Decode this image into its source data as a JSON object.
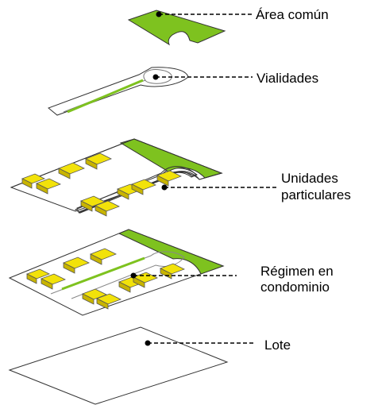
{
  "layers": [
    {
      "id": "area-comun",
      "label": [
        "Área común"
      ]
    },
    {
      "id": "vialidades",
      "label": [
        "Vialidades"
      ]
    },
    {
      "id": "unidades-particulares",
      "label": [
        "Unidades",
        "particulares"
      ]
    },
    {
      "id": "regimen-en-condominio",
      "label": [
        "Régimen en",
        "condominio"
      ]
    },
    {
      "id": "lote",
      "label": [
        "Lote"
      ]
    }
  ],
  "colors": {
    "green": "#7ec21f",
    "unit_yellow": "#f2e20a",
    "unit_yellow_shade": "#c8b400",
    "outline": "#222222",
    "road_stroke": "#888888"
  }
}
